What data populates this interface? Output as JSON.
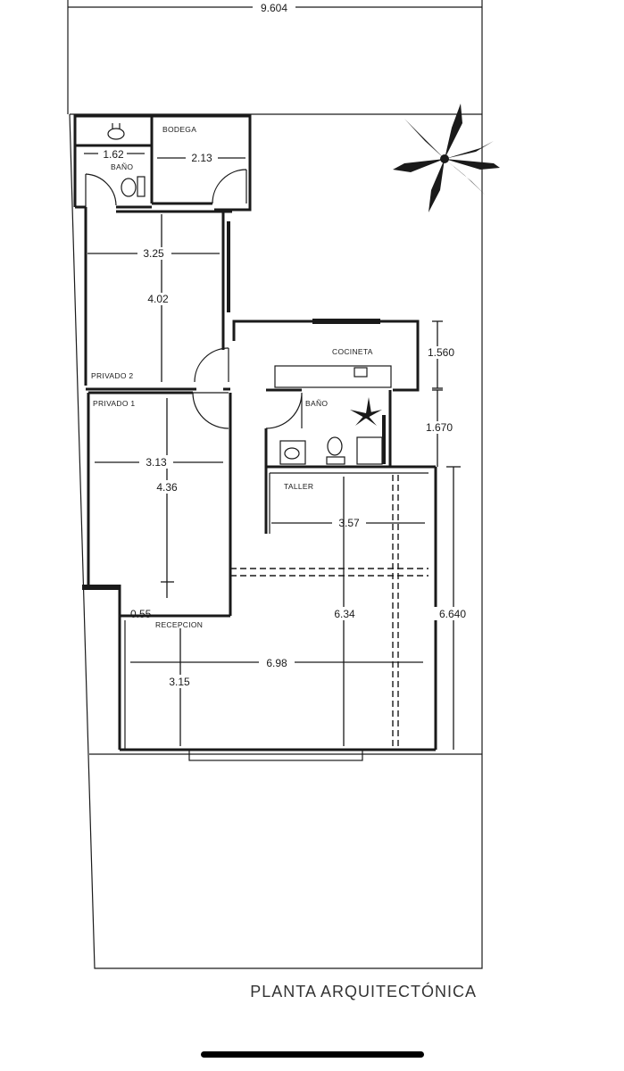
{
  "plan": {
    "title": "PLANTA ARQUITECTÓNICA",
    "overall_width": "9.604",
    "rooms": {
      "bano_top": "BAÑO",
      "bodega": "BODEGA",
      "privado_2": "PRIVADO 2",
      "privado_1": "PRIVADO 1",
      "cocineta": "COCINETA",
      "bano_mid": "BAÑO",
      "taller": "TALLER",
      "recepcion": "RECEPCION"
    },
    "dimensions": {
      "bano_width": "1.62",
      "bodega_width": "2.13",
      "privado2_width": "3.25",
      "privado2_depth": "4.02",
      "privado1_width": "3.13",
      "privado1_depth": "4.36",
      "cocineta_depth": "1.560",
      "bano_depth": "1.670",
      "taller_width": "3.57",
      "taller_depth": "6.34",
      "right_depth": "6.640",
      "recepcion_width": "6.98",
      "recepcion_depth": "3.15",
      "small_gap": "0.55"
    }
  },
  "colors": {
    "ink": "#1a1a1a",
    "title": "#333333",
    "background": "#ffffff"
  },
  "icons": [
    "palm-tree-icon",
    "plant-icon",
    "sink-icon",
    "toilet-icon",
    "door-swing-icon"
  ]
}
